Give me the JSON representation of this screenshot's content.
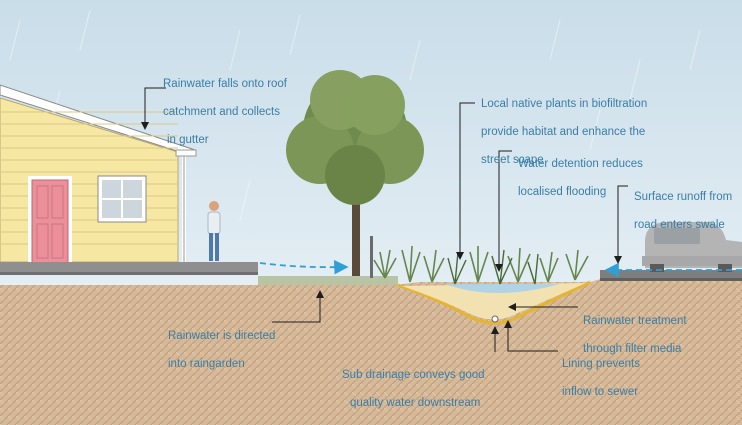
{
  "labels": {
    "roof": [
      "Rainwater falls onto roof",
      "catchment and collects",
      "in gutter"
    ],
    "plants": [
      "Local native plants in biofiltration",
      "provide habitat and enhance the",
      "street scape"
    ],
    "detention": [
      "Water detention reduces",
      "localised flooding"
    ],
    "runoff": [
      "Surface runoff from",
      "road enters swale"
    ],
    "directed": [
      "Rainwater is directed",
      "into raingarden"
    ],
    "treatment": [
      "Rainwater treatment",
      "through filter media"
    ],
    "lining": [
      "Lining prevents",
      "inflow to sewer"
    ],
    "subdrain": [
      "Sub drainage conveys good",
      "quality water downstream"
    ]
  },
  "colors": {
    "sky": "#d3e4ee",
    "label_text": "#3a7ea6",
    "soil": "#d6b99a",
    "house_wall": "#f6e7a3",
    "door": "#ec8f9a",
    "water_arrow": "#2f9fd6",
    "lining": "#e6b530"
  }
}
